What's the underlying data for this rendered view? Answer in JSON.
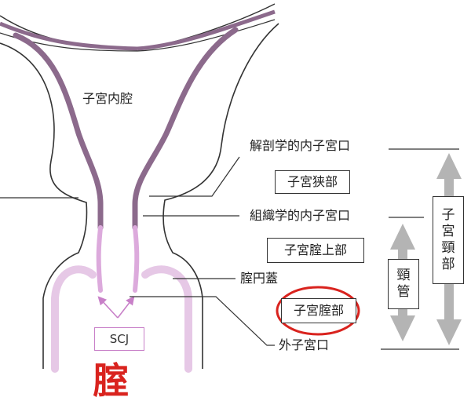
{
  "labels": {
    "uterine_cavity": "子宮内腔",
    "anatomical_internal_os": "解剖学的内子宮口",
    "isthmus": "子宮狭部",
    "histological_internal_os": "組織学的内子宮口",
    "supravaginal": "子宮腟上部",
    "fornix": "腟円蓋",
    "vaginal_portion": "子宮腟部",
    "external_os": "外子宮口",
    "scj": "SCJ",
    "vagina": "腟"
  },
  "cervix_label": [
    "子",
    "宮",
    "頸",
    "部"
  ],
  "canal_label": [
    "頸",
    "管"
  ],
  "colors": {
    "canal_dark": "#8c6a8c",
    "canal_light": "#dcaadc",
    "vaginal_wall": "#e6c8e6",
    "arrow_gray": "#b4b4b4",
    "highlight_circle": "#d9231e",
    "vagina_text": "#d9231e"
  }
}
